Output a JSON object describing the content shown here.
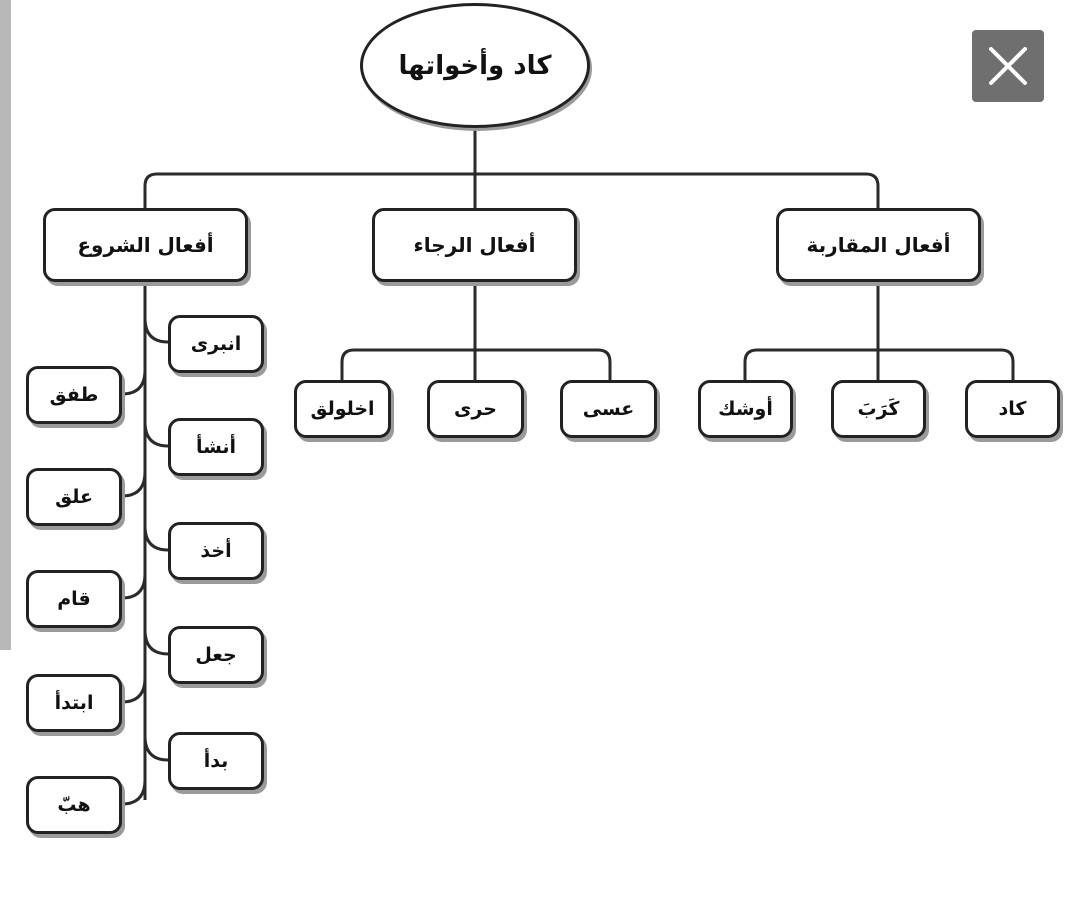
{
  "diagram": {
    "root": "كاد وأخواتها",
    "categories": {
      "muqaraba": "أفعال المقاربة",
      "raja": "أفعال الرجاء",
      "shuru": "أفعال الشروع"
    },
    "muqaraba_items": [
      "كاد",
      "كَرَبَ",
      "أوشك"
    ],
    "raja_items": [
      "عسى",
      "حرى",
      "اخلولق"
    ],
    "shuru_inner": [
      "انبرى",
      "أنشأ",
      "أخذ",
      "جعل",
      "بدأ"
    ],
    "shuru_outer": [
      "طفق",
      "علق",
      "قام",
      "ابتدأ",
      "هبّ"
    ]
  },
  "ui": {
    "close_icon": "close-icon",
    "button_color": "#6f6f6f"
  }
}
